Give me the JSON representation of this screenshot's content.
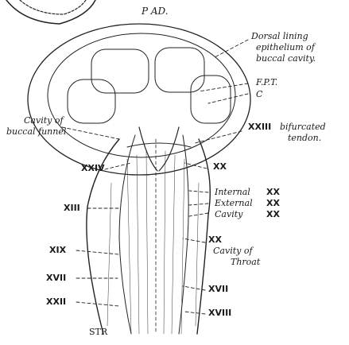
{
  "figure": {
    "labels": {
      "top_center": "P   AD.",
      "dorsal_1": "Dorsal   lining",
      "dorsal_2": "epithelium   of",
      "dorsal_3": "buccal   cavity.",
      "fpt": "F.P.T.",
      "c": "C",
      "cavity_funnel_1": "Cavity of",
      "cavity_funnel_2": "buccal   funnel",
      "bifurcated_num": "XXIII",
      "bifurcated_1": "bifurcated",
      "bifurcated_2": "tendon.",
      "xxiv": "XXIV",
      "xx_right": "XX",
      "internal": "Internal",
      "internal_num": "XX",
      "external": "External",
      "external_num": "XX",
      "cavity_xx": "Cavity",
      "cavity_xx_num": "XX",
      "xiii": "XIII",
      "xix_left": "XIX",
      "xx_right2": "XX",
      "cavity_throat_1": "Cavity of",
      "cavity_throat_2": "Throat",
      "xvii": "XVII",
      "xxii": "XXII",
      "xvii_right": "XVII",
      "xvii_right2": "XVIII",
      "str": "STR"
    }
  }
}
